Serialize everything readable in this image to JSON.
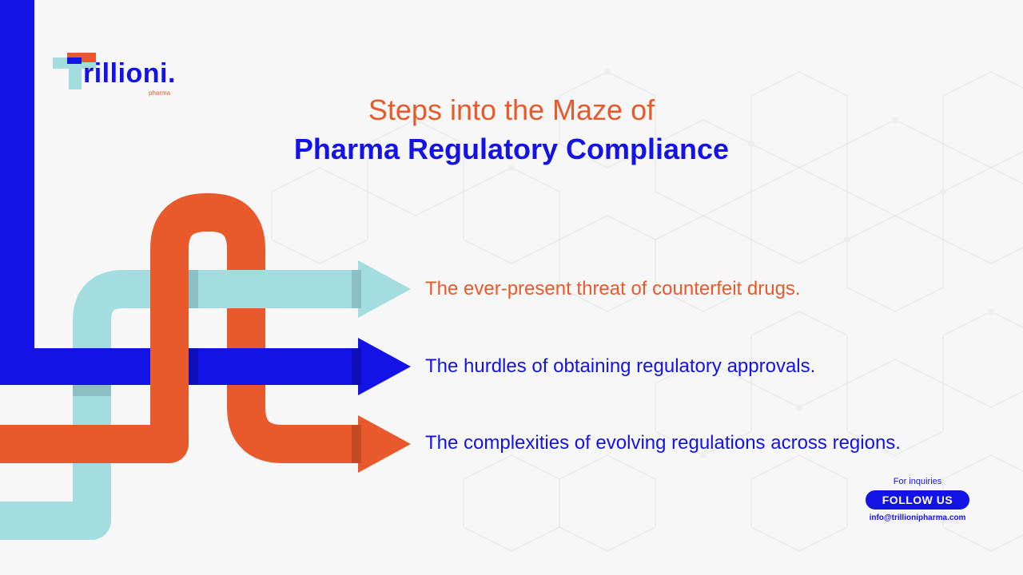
{
  "brand": {
    "name": "Trillioni.",
    "name_rest": "rillioni.",
    "tagline": "pharma"
  },
  "heading": {
    "line1": "Steps into the Maze of",
    "line2": "Pharma Regulatory Compliance"
  },
  "points": [
    "The ever-present threat of counterfeit drugs.",
    "The hurdles of obtaining regulatory approvals.",
    "The complexities of evolving regulations across regions."
  ],
  "contact": {
    "label": "For inquiries",
    "button": "FOLLOW US",
    "email": "info@trillionipharma.com"
  },
  "colors": {
    "blue": "#1413e6",
    "orange": "#e85a2b",
    "light_teal": "#a3dde0",
    "background": "#f7f7f8"
  }
}
